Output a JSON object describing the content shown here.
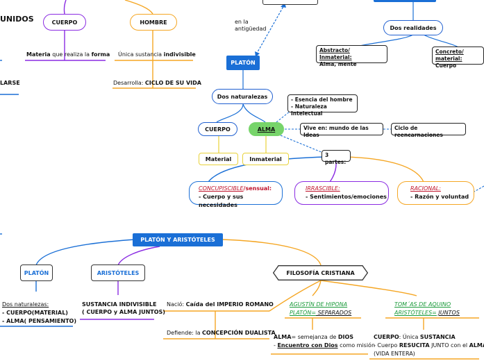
{
  "top_left": {
    "unidos": "UNIDOS",
    "cuerpo": "CUERPO",
    "hombre": "HOMBRE",
    "materia_pre": "Materia",
    "materia_mid": " que realiza la ",
    "materia_post": "forma",
    "unica_pre": "Única sustancia ",
    "unica_post": "indivisible",
    "desarrolla_pre": "Desarrolla: ",
    "desarrolla_post": "CICLO DE SU VIDA",
    "larse": "LARSE"
  },
  "top_right": {
    "en_la": "en la",
    "antiguedad": "antigüedad",
    "platon": "PLATÓN",
    "dos_realidades": "Dos realidades",
    "abstracto_label": "Abstracto/ Inmaterial:",
    "abstracto_value": "Alma, mente",
    "concreto_label": "Concreto/",
    "concreto_label2": "material:",
    "concreto_value": " Cuerpo",
    "dos_naturalezas": "Dos naturalezas",
    "esencia_1": "- Esencia del hombre",
    "esencia_2": "- Naturaleza Intelectual",
    "cuerpo": "CUERPO",
    "alma": "ALMA",
    "vive_en": "Vive en: mundo de las Ideas",
    "ciclo": "Ciclo de reencarnaciones",
    "material": "Material",
    "inmaterial": "Inmaterial",
    "tres_partes": "3 partes:",
    "concupiscible": "CONCUPISCIBLE",
    "sensual": "/sensual:",
    "concupiscible_desc": "- Cuerpo y sus necesidades",
    "irrascible": "IRRASCIBLE:",
    "irrascible_desc": "- Sentimientos/emociones",
    "racional": "RACIONAL:",
    "racional_desc": "- Razón y voluntad"
  },
  "bottom": {
    "platon_aristoteles": "PLATÓN Y ARISTÓTELES",
    "platon": "PLATÓN",
    "aristoteles": "ARISTÓTELES",
    "filosofia": "FILOSOFÍA CRISTIANA",
    "dos_naturalezas": "Dos naturalezas:",
    "cuerpo_material": "- CUERPO(MATERIAL)",
    "alma_pensamiento": "- ALMA( PENSAMIENTO)",
    "sustancia_1": "SUSTANCIA INDIVISIBLE",
    "sustancia_2": "( CUERPO y ALMA JUNTOS)",
    "nacio_pre": "Nació: ",
    "nacio_post": "Caída del IMPERIO ROMANO",
    "defiende_pre": "Defiende: la ",
    "defiende_post": "CONCEPCIÓN DUALISTA",
    "agustin_1": "AGUSTÍN DE HIPONA",
    "agustin_2a": "PLATÓN=",
    "agustin_2b": " SEPARADOS",
    "tomas_1": "TOM´AS DE AQUINO",
    "tomas_2a": "ARISTÓTELES=",
    "tomas_2b": " JUNTOS",
    "alma_pre": "ALMA",
    "alma_mid": "= semejanza de ",
    "alma_post": "DIOS",
    "encuentro_pre": "- ",
    "encuentro_mid": "Encuentro con Dios",
    "encuentro_post": " como misión",
    "cuerpo_pre": "CUERPO",
    "cuerpo_mid": ": Única ",
    "cuerpo_post": "SUSTANCIA",
    "resucita_pre": "- Cuerpo ",
    "resucita_mid": "RESUCITA",
    "resucita_post": " JUNTO con el ",
    "resucita_end": "ALMA",
    "vida_entera": "(VIDA ENTERA)"
  },
  "colors": {
    "blue": "#1a6fd6",
    "purple": "#8a2be2",
    "orange": "#f5a623",
    "green": "#77d46a",
    "yellow": "#e8d23a",
    "red_text": "#c0142c",
    "green_text": "#1a9a3a"
  }
}
